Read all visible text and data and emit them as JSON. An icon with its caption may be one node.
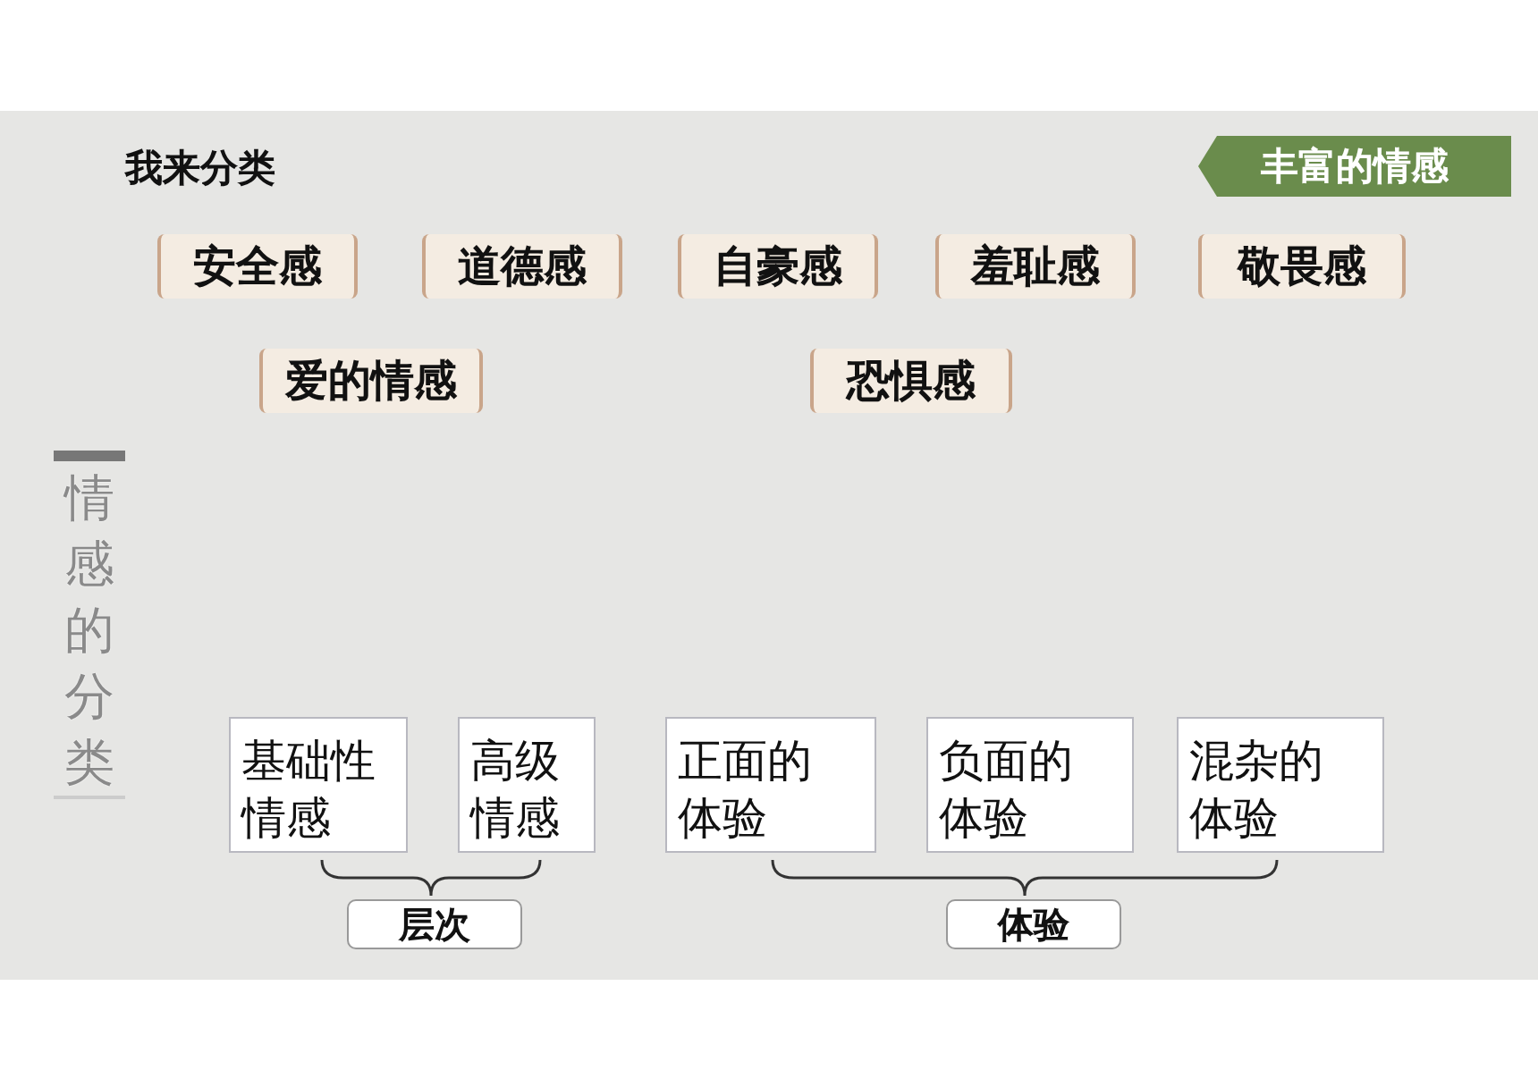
{
  "diagram": {
    "title": "我来分类",
    "nodes": [
      {
        "text": [
          "安全感"
        ]
      },
      {
        "text": [
          "道德感"
        ]
      },
      {
        "text": [
          "自豪感"
        ]
      },
      {
        "text": [
          "羞耻感"
        ]
      },
      {
        "text": [
          "敬畏感"
        ]
      },
      {
        "text": [
          "爱的情感"
        ]
      },
      {
        "text": [
          "恐惧感"
        ]
      },
      {
        "text": [
          "基础性情感"
        ]
      },
      {
        "text": [
          "高级情感"
        ]
      },
      {
        "text": [
          "正面的体验"
        ]
      },
      {
        "text": [
          "负面的体验"
        ]
      },
      {
        "text": [
          "混杂的体验"
        ]
      },
      {
        "text": [
          "层次"
        ]
      },
      {
        "text": [
          "体验"
        ]
      }
    ],
    "edges": [],
    "labels": [
      "丰富的情感",
      "情感的分类"
    ]
  }
}
